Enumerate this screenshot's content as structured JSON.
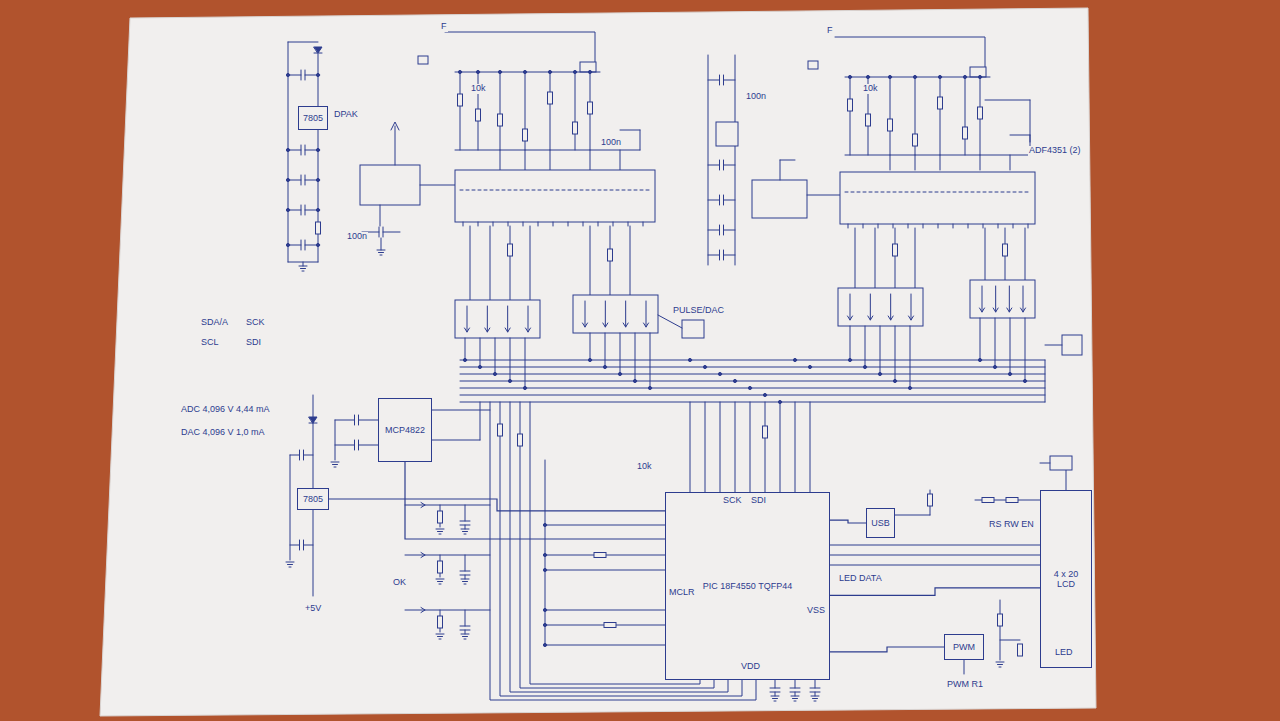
{
  "diagram": {
    "nodes": [
      {
        "text": [
          "7805"
        ]
      },
      {
        "text": [
          "MCP4822"
        ]
      },
      {
        "text": [
          "7805"
        ]
      },
      {
        "text": [
          "PIC 18F4550 TQFP44"
        ]
      },
      {
        "text": [
          "USB"
        ]
      },
      {
        "text": [
          "4 x 20 LCD"
        ]
      },
      {
        "text": [
          "PWM"
        ]
      }
    ],
    "edges": [
      {
        "from": 1,
        "to": 3,
        "arrow": "none"
      },
      {
        "from": 2,
        "to": 3,
        "arrow": "none"
      },
      {
        "from": 3,
        "to": 4,
        "arrow": "none"
      },
      {
        "from": 3,
        "to": 5,
        "arrow": "none"
      },
      {
        "from": 3,
        "to": 6,
        "arrow": "none"
      }
    ],
    "labels": [
      "DPAK",
      "ADF4351 (2)",
      "PULSE/DAC",
      "LED DATA",
      "SDA/A",
      "SCK",
      "SCL",
      "SDI",
      "ADC 4,096 V 4,44 mA",
      "DAC 4,096 V 1,0 mA",
      "+5V",
      "OK",
      "MCLR",
      "VDD",
      "VSS",
      "SCK",
      "SDI",
      "RS RW EN",
      "LED",
      "10k",
      "100n",
      "10k",
      "100n",
      "F",
      "F",
      "PWM R1",
      "100n",
      "10k"
    ]
  }
}
